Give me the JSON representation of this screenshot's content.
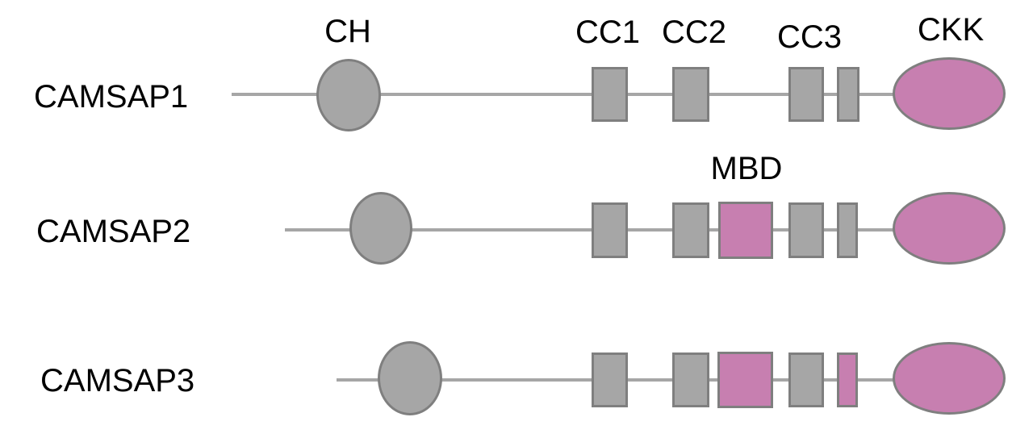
{
  "diagram": {
    "type": "protein-domain-schematic",
    "labels": {
      "ch": "CH",
      "cc1": "CC1",
      "cc2": "CC2",
      "cc3": "CC3",
      "ckk": "CKK",
      "mbd": "MBD"
    },
    "proteins": [
      {
        "name": "CAMSAP1",
        "domains": [
          {
            "label": "CH",
            "shape": "ellipse",
            "color": "gray"
          },
          {
            "label": "CC1",
            "shape": "rect",
            "color": "gray"
          },
          {
            "label": "CC2",
            "shape": "rect",
            "color": "gray"
          },
          {
            "label": "CC3",
            "shape": "rect",
            "color": "gray"
          },
          {
            "label": "",
            "shape": "small-rect",
            "color": "gray"
          },
          {
            "label": "CKK",
            "shape": "ellipse",
            "color": "pink"
          }
        ]
      },
      {
        "name": "CAMSAP2",
        "domains": [
          {
            "label": "CH",
            "shape": "ellipse",
            "color": "gray"
          },
          {
            "label": "CC1",
            "shape": "rect",
            "color": "gray"
          },
          {
            "label": "CC2",
            "shape": "rect",
            "color": "gray"
          },
          {
            "label": "MBD",
            "shape": "rect",
            "color": "pink"
          },
          {
            "label": "CC3",
            "shape": "rect",
            "color": "gray"
          },
          {
            "label": "",
            "shape": "small-rect",
            "color": "gray"
          },
          {
            "label": "CKK",
            "shape": "ellipse",
            "color": "pink"
          }
        ]
      },
      {
        "name": "CAMSAP3",
        "domains": [
          {
            "label": "CH",
            "shape": "ellipse",
            "color": "gray"
          },
          {
            "label": "CC1",
            "shape": "rect",
            "color": "gray"
          },
          {
            "label": "CC2",
            "shape": "rect",
            "color": "gray"
          },
          {
            "label": "MBD",
            "shape": "rect",
            "color": "pink"
          },
          {
            "label": "CC3",
            "shape": "rect",
            "color": "gray"
          },
          {
            "label": "",
            "shape": "small-rect",
            "color": "pink"
          },
          {
            "label": "CKK",
            "shape": "ellipse",
            "color": "pink"
          }
        ]
      }
    ],
    "colors": {
      "domain_gray": "#a6a6a6",
      "domain_pink": "#c77fb0",
      "outline": "#7f7f7f",
      "backbone": "#a6a6a6",
      "text": "#000000",
      "background": "#ffffff"
    }
  }
}
